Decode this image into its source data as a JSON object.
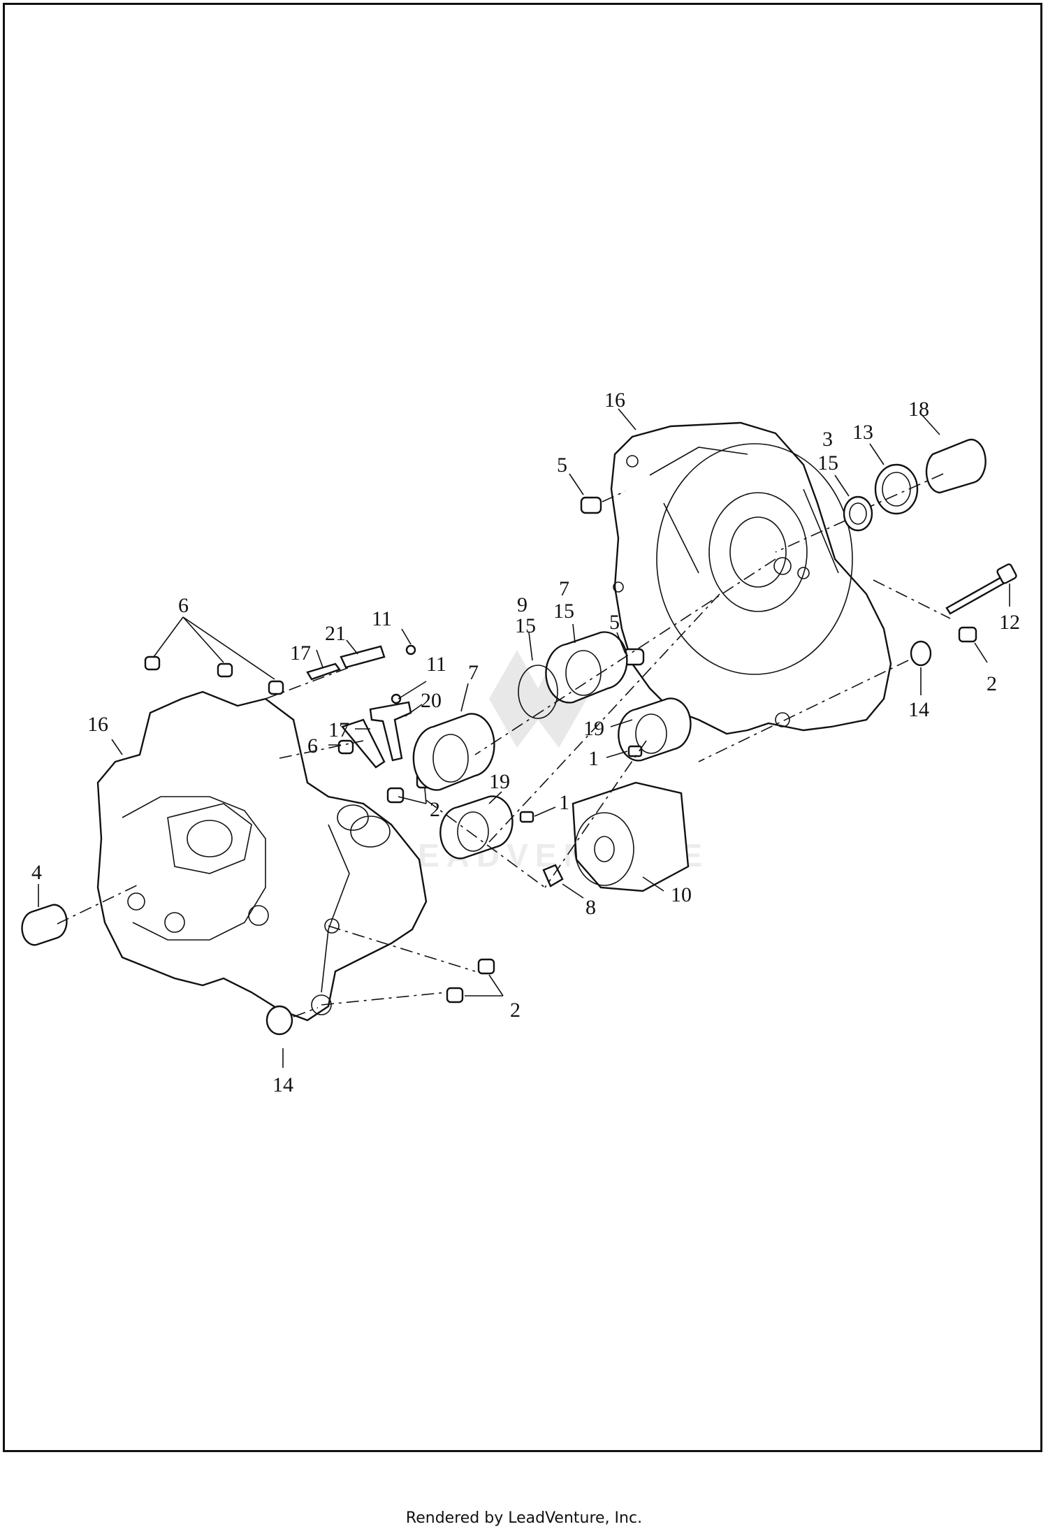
{
  "diagram": {
    "callouts": [
      "16",
      "5",
      "3",
      "15",
      "13",
      "18",
      "12",
      "2",
      "14",
      "7",
      "15",
      "9",
      "15",
      "5",
      "19",
      "1",
      "6",
      "21",
      "11",
      "17",
      "11",
      "20",
      "7",
      "17",
      "16",
      "6",
      "2",
      "19",
      "1",
      "8",
      "10",
      "4",
      "2",
      "14"
    ],
    "watermark": "LEADVENTURE"
  },
  "footer": {
    "credit": "Rendered by LeadVenture, Inc."
  }
}
